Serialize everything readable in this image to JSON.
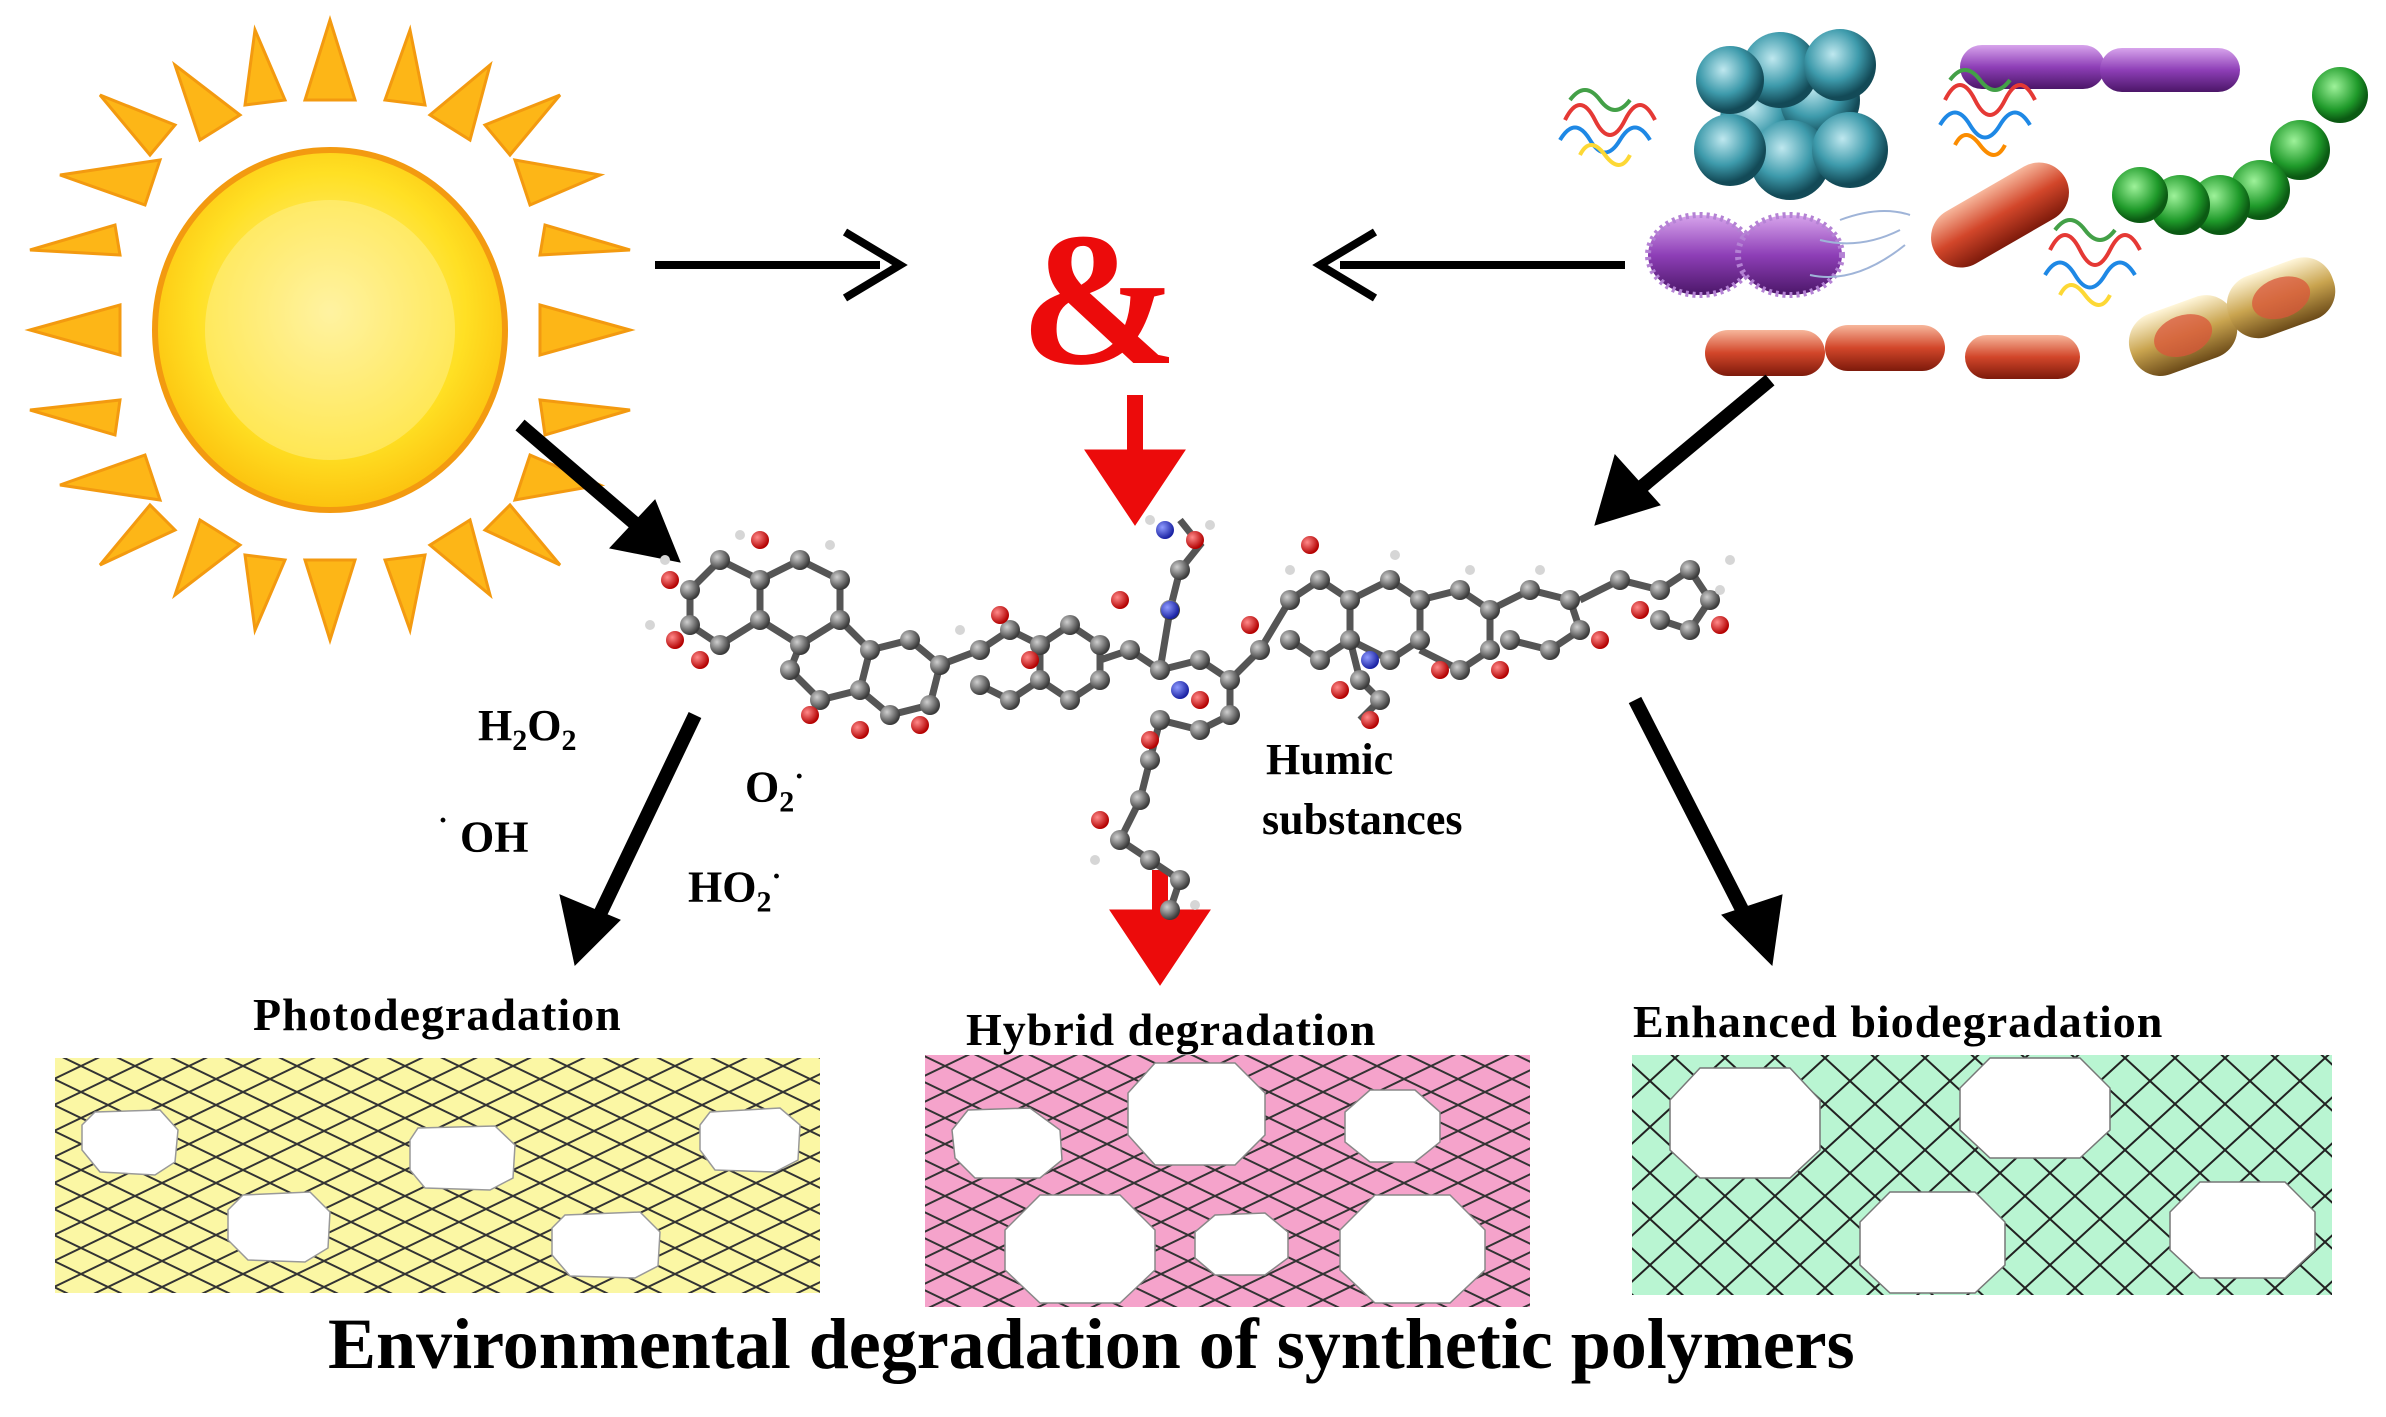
{
  "diagram": {
    "title": "Environmental degradation of synthetic polymers",
    "connector_symbol": "&",
    "center_label": {
      "line1": "Humic",
      "line2": "substances"
    },
    "species": [
      {
        "base": "H",
        "sub1": "2",
        "mid": "O",
        "sub2": "2",
        "sup": ""
      },
      {
        "base": "",
        "sub1": "",
        "mid": "OH",
        "sub2": "",
        "sup": "",
        "pre": "·"
      },
      {
        "base": "O",
        "sub1": "2",
        "mid": "",
        "sub2": "",
        "sup": "·"
      },
      {
        "base": "HO",
        "sub1": "2",
        "mid": "",
        "sub2": "",
        "sup": "·"
      }
    ],
    "panels": [
      {
        "label": "Photodegradation",
        "fill": "#fbf7a4"
      },
      {
        "label": "Hybrid degradation",
        "fill": "#f5a3cb"
      },
      {
        "label": "Enhanced biodegradation",
        "fill": "#b9f5d2"
      }
    ],
    "colors": {
      "sun": "#fed51c",
      "sun_rays": "#fdb617",
      "arrow_black": "#000000",
      "arrow_red": "#ec0b0b"
    },
    "icons": [
      "sun-icon",
      "microbes-icon",
      "humic-molecule-icon"
    ]
  }
}
